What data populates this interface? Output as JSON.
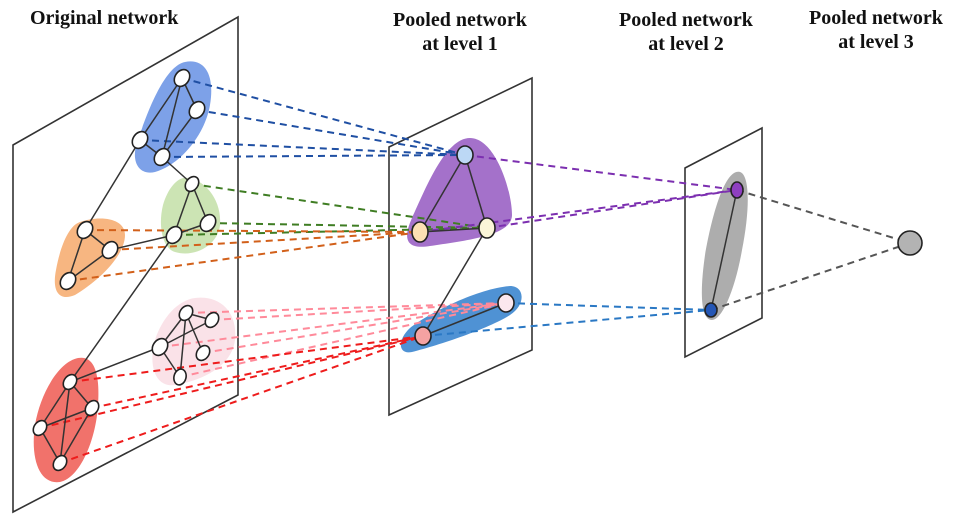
{
  "titles": {
    "original": "Original network",
    "level1_line1": "Pooled network",
    "level1_line2": "at level 1",
    "level2_line1": "Pooled network",
    "level2_line2": "at level 2",
    "level3_line1": "Pooled network",
    "level3_line2": "at level 3"
  },
  "colors": {
    "cluster_blue": "#6f97e6",
    "cluster_green": "#c9e3b0",
    "cluster_orange": "#f7b27a",
    "cluster_pink": "#f9dfe6",
    "cluster_red": "#f06a63",
    "cluster_purple": "#9a62c4",
    "cluster_steelblue": "#3c86cf",
    "cluster_gray": "#a9a9a9",
    "line_blue": "#1f4fa3",
    "line_green": "#3f7d23",
    "line_orange": "#d2601a",
    "line_pink": "#ff8a9a",
    "line_red": "#ee1c1c",
    "line_purple": "#7c2fb0",
    "line_steelblue": "#2a78c4",
    "line_gray": "#555555"
  },
  "levels": [
    {
      "name": "original",
      "clusters": [
        "blue",
        "green",
        "orange",
        "pink",
        "red"
      ]
    },
    {
      "name": "level1",
      "clusters": [
        "purple",
        "steelblue"
      ]
    },
    {
      "name": "level2",
      "clusters": [
        "gray"
      ]
    },
    {
      "name": "level3",
      "clusters": [
        "single-node"
      ]
    }
  ]
}
